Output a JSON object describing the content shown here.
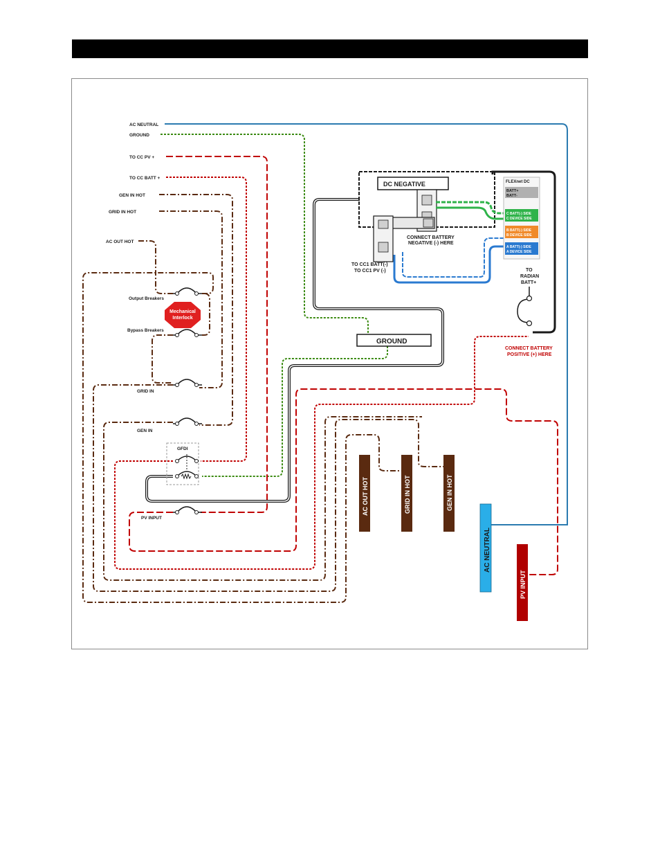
{
  "labels": {
    "ac_neutral": "AC NEUTRAL",
    "ground": "GROUND",
    "to_cc_pv": "TO CC PV +",
    "to_cc_batt": "TO CC BATT +",
    "gen_in_hot": "GEN IN HOT",
    "grid_in_hot": "GRID IN HOT",
    "ac_out_hot": "AC OUT HOT",
    "output_breakers": "Output Breakers",
    "mechanical_interlock_1": "Mechanical",
    "mechanical_interlock_2": "Interlock",
    "bypass_breakers": "Bypass Breakers",
    "grid_in": "GRID IN",
    "gen_in": "GEN IN",
    "gfdi": "GFDI",
    "pv_input": "PV INPUT",
    "dc_negative": "DC NEGATIVE",
    "ground_bus": "GROUND",
    "to_cc1_batt_1": "TO CC1 BATT(-)",
    "to_cc1_batt_2": "TO CC1 PV (-)",
    "connect_battery_neg_1": "CONNECT BATTERY",
    "connect_battery_neg_2": "NEGATIVE (-) HERE",
    "flexnet_dc": "FLEXnet DC",
    "batt_plus": "BATT+",
    "batt_minus": "BATT-",
    "c_batt_side": "C BATT(-) SIDE",
    "c_device_side": "C DEVICE SIDE",
    "b_batt_side": "B BATT(-) SIDE",
    "b_device_side": "B DEVICE SIDE",
    "a_batt_side": "A BATT(-) SIDE",
    "a_device_side": "A DEVICE SIDE",
    "to_radian_1": "TO",
    "to_radian_2": "RADIAN",
    "to_radian_3": "BATT+",
    "connect_battery_pos_1": "CONNECT BATTERY",
    "connect_battery_pos_2": "POSITIVE (+) HERE",
    "bar_ac_out_hot": "AC OUT HOT",
    "bar_grid_in_hot": "GRID IN HOT",
    "bar_gen_in_hot": "GEN IN HOT",
    "bar_ac_neutral": "AC NEUTRAL",
    "bar_pv_input": "PV INPUT"
  },
  "colors": {
    "hot_brown": "#5a2a10",
    "pv_red": "#c00000",
    "ground_green": "#3a8a10",
    "neutral_blue": "#2a7ab0",
    "bar_blue": "#2aaee8",
    "bar_red": "#b00000",
    "interlock_red": "#e02020",
    "shunt_green": "#2fb34a",
    "shunt_orange": "#f08a2a",
    "shunt_blue": "#2a7ad0",
    "shunt_gray": "#b0b0b0"
  }
}
